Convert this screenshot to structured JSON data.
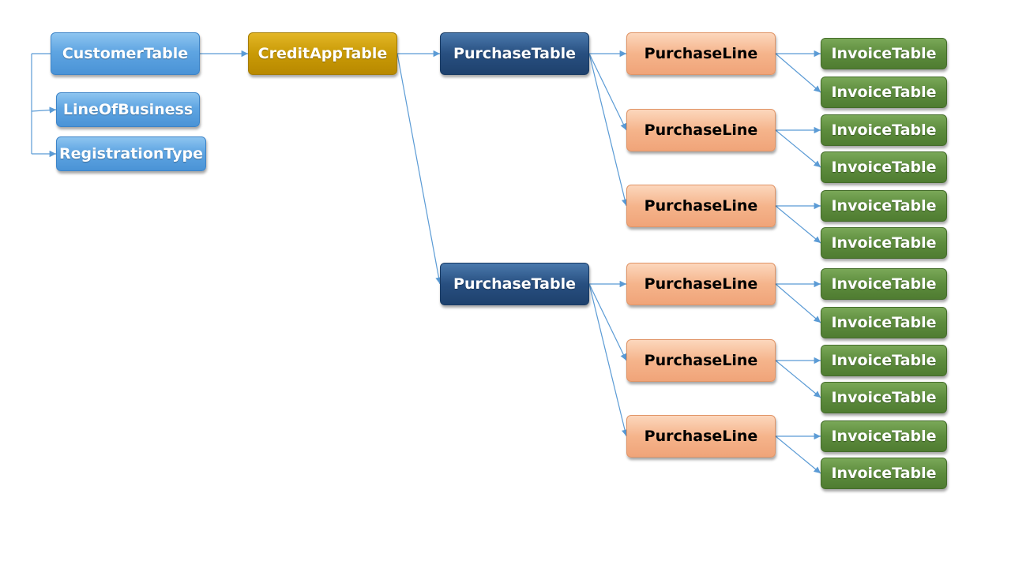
{
  "colors": {
    "line": "#5b9bd5",
    "customer": "#5fa5e2",
    "credit": "#c99a06",
    "purchase_table": "#284f80",
    "purchase_line": "#f5b48b",
    "invoice": "#5d8c3d"
  },
  "customer": {
    "label": "CustomerTable",
    "children": [
      "LineOfBusiness",
      "RegistrationType"
    ]
  },
  "credit_app": {
    "label": "CreditAppTable"
  },
  "purchase_tables": [
    {
      "label": "PurchaseTable",
      "lines": [
        {
          "label": "PurchaseLine",
          "invoices": [
            "InvoiceTable",
            "InvoiceTable"
          ]
        },
        {
          "label": "PurchaseLine",
          "invoices": [
            "InvoiceTable",
            "InvoiceTable"
          ]
        },
        {
          "label": "PurchaseLine",
          "invoices": [
            "InvoiceTable",
            "InvoiceTable"
          ]
        }
      ]
    },
    {
      "label": "PurchaseTable",
      "lines": [
        {
          "label": "PurchaseLine",
          "invoices": [
            "InvoiceTable",
            "InvoiceTable"
          ]
        },
        {
          "label": "PurchaseLine",
          "invoices": [
            "InvoiceTable",
            "InvoiceTable"
          ]
        },
        {
          "label": "PurchaseLine",
          "invoices": [
            "InvoiceTable",
            "InvoiceTable"
          ]
        }
      ]
    }
  ]
}
